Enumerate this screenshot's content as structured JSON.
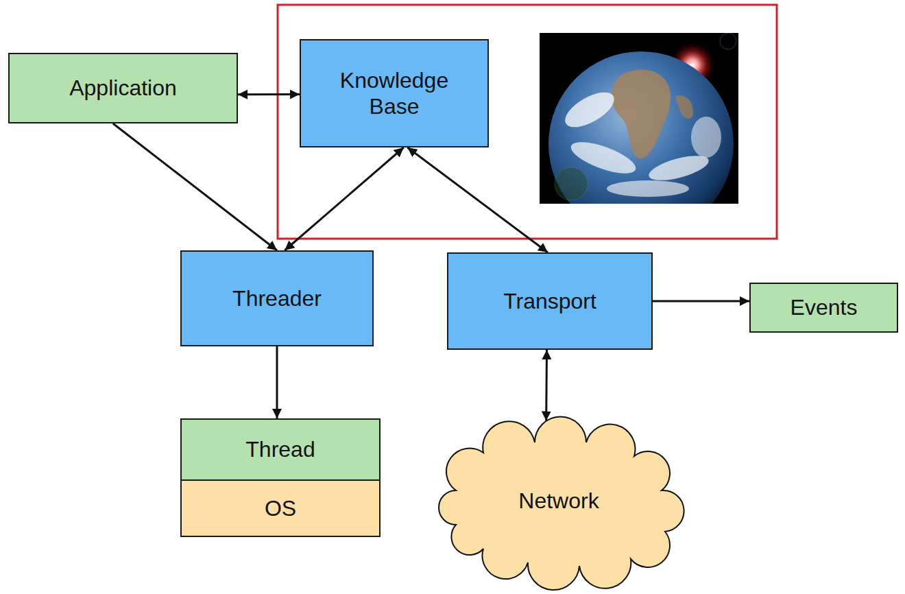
{
  "diagram": {
    "nodes": [
      {
        "text": [
          "Application"
        ]
      },
      {
        "text": [
          "Knowledge Base"
        ]
      },
      {
        "text": [
          "Threader"
        ]
      },
      {
        "text": [
          "Transport"
        ]
      },
      {
        "text": [
          "Events"
        ]
      },
      {
        "text": [
          "Thread"
        ]
      },
      {
        "text": [
          "OS"
        ]
      },
      {
        "text": [
          "Network"
        ]
      }
    ],
    "edges": [
      {
        "from": 0,
        "to": 1,
        "arrow": "both"
      },
      {
        "from": 0,
        "to": 2,
        "arrow": "to"
      },
      {
        "from": 1,
        "to": 2,
        "arrow": "both"
      },
      {
        "from": 1,
        "to": 3,
        "arrow": "both"
      },
      {
        "from": 3,
        "to": 4,
        "arrow": "to"
      },
      {
        "from": 2,
        "to": 5,
        "arrow": "to"
      },
      {
        "from": 3,
        "to": 7,
        "arrow": "both"
      }
    ]
  }
}
